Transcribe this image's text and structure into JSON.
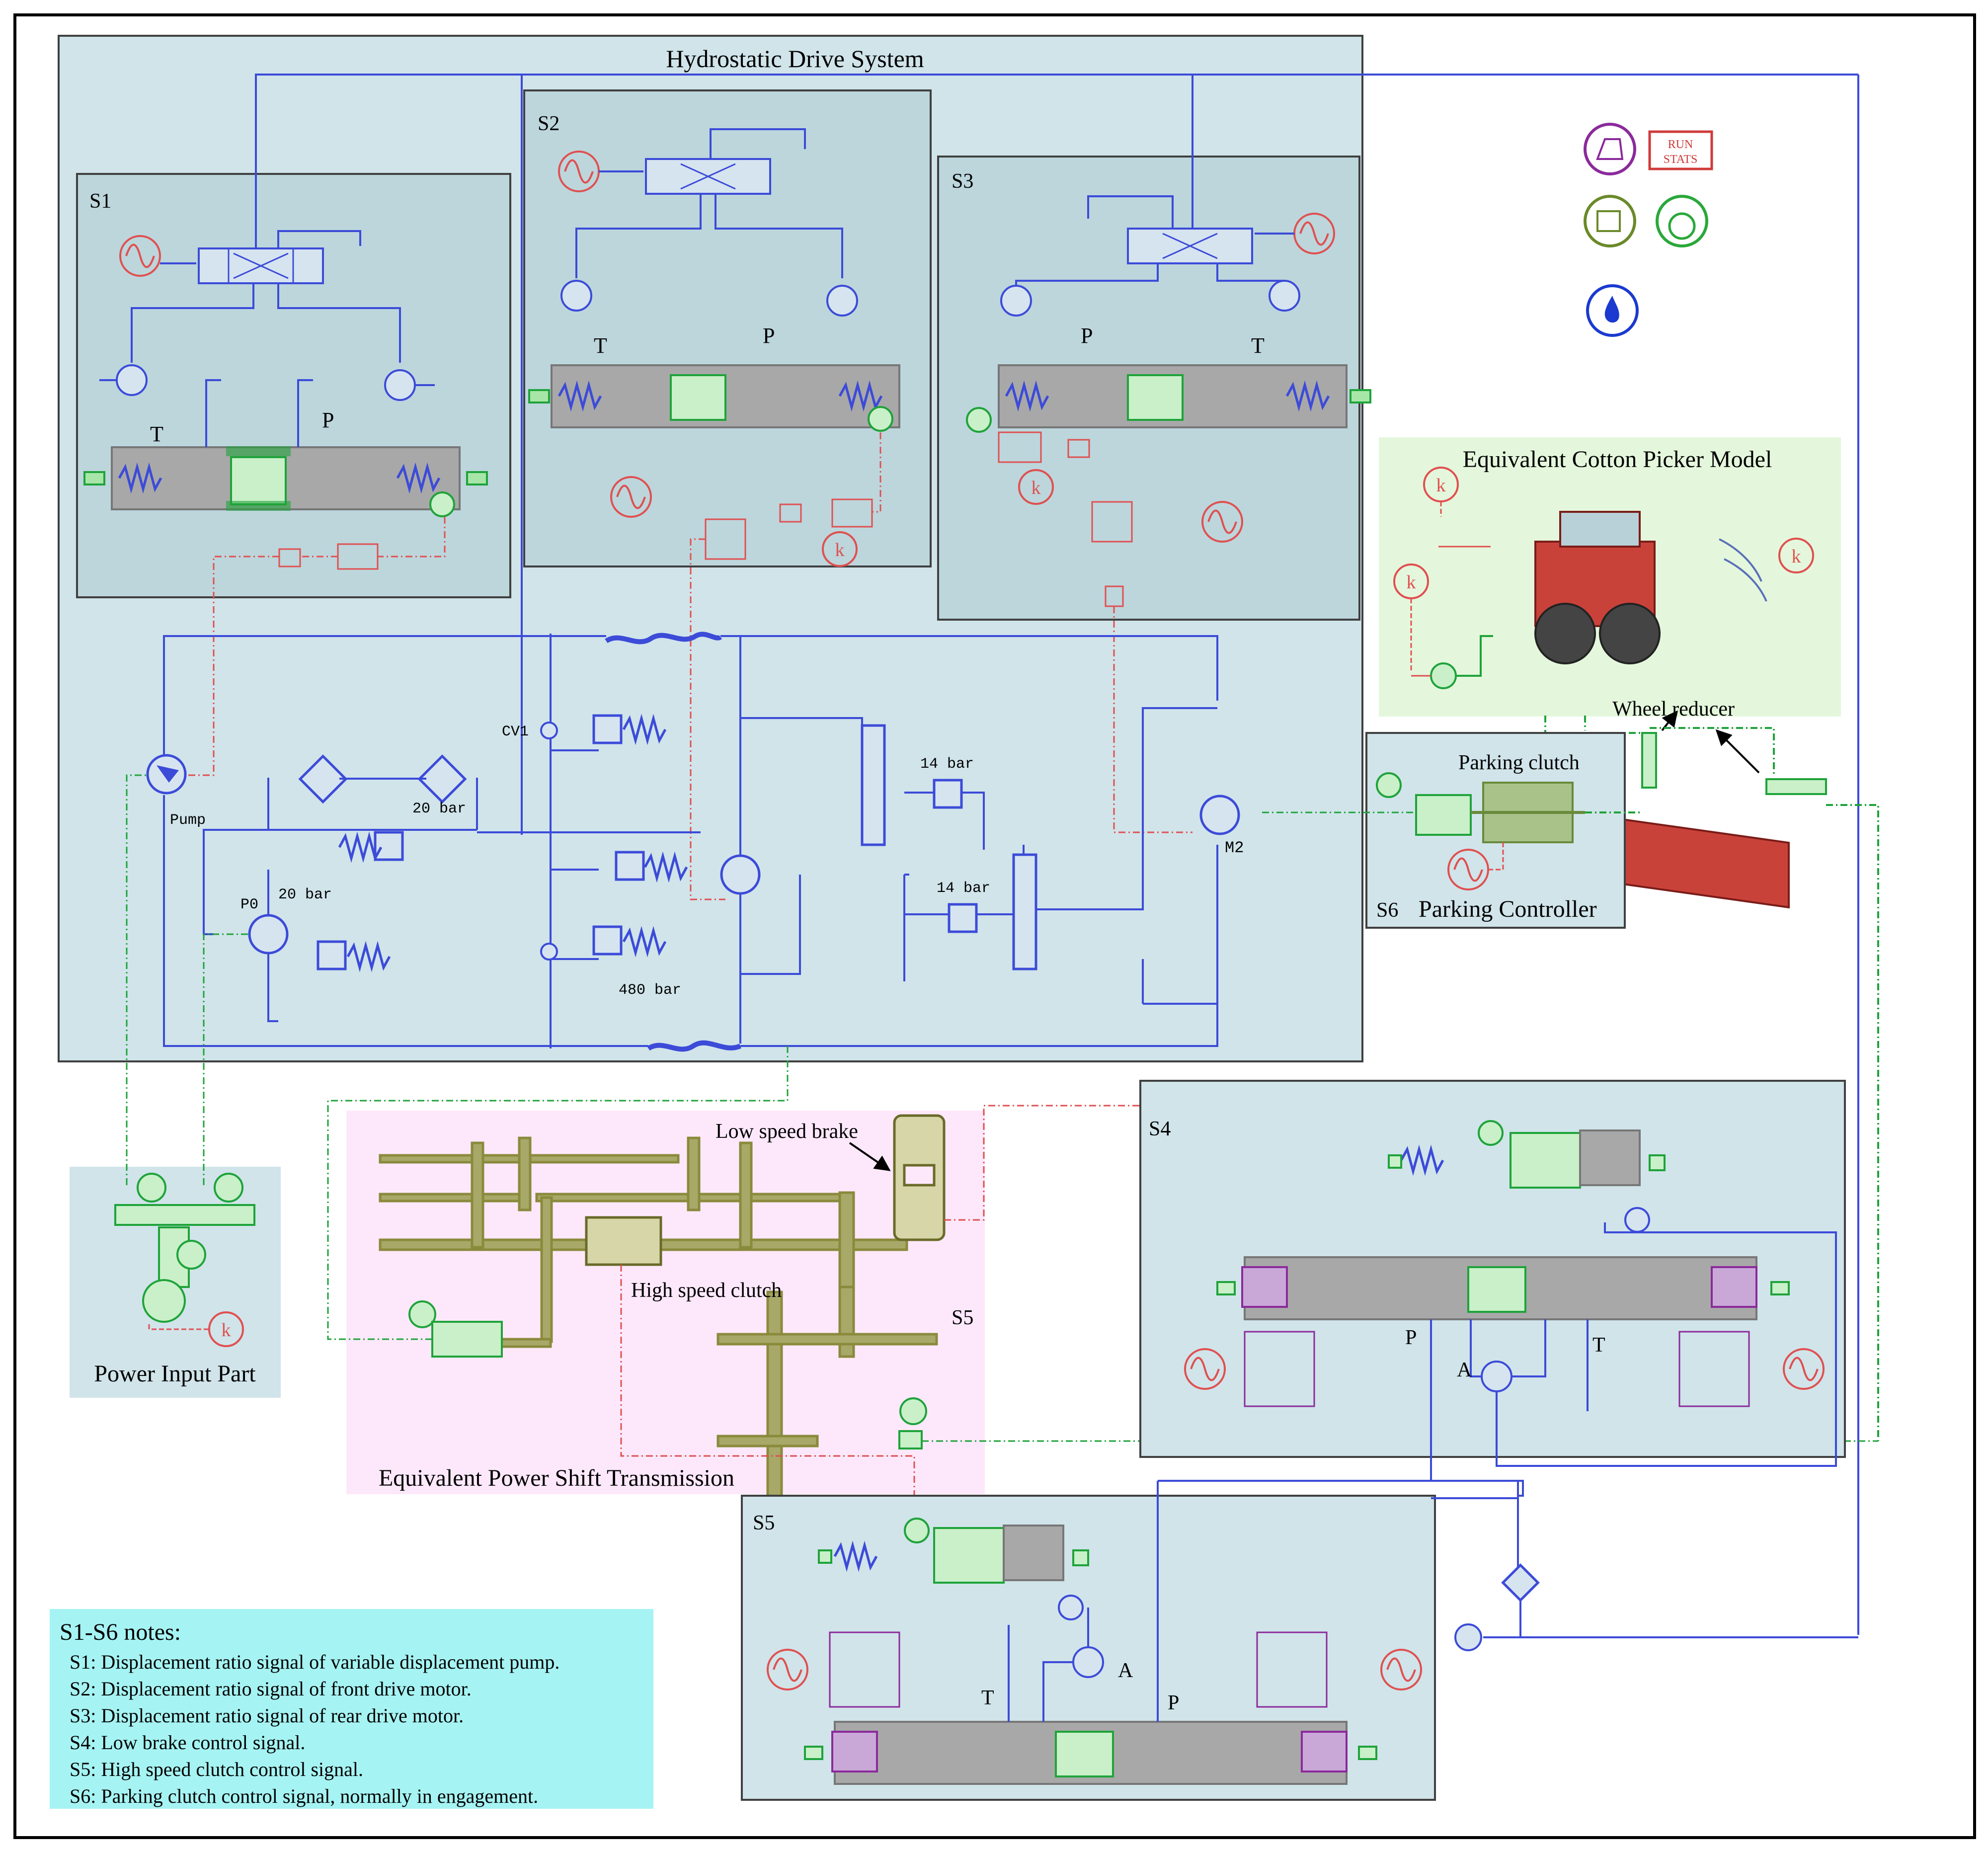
{
  "title": "Hydrostatic Drive System",
  "subsystems": {
    "s1": "S1",
    "s2": "S2",
    "s3": "S3",
    "s4": "S4",
    "s5_label": "S5",
    "s5_box": "S5",
    "s6": "S6"
  },
  "spool_letters": {
    "s1_t": "T",
    "s1_p": "P",
    "s2_t": "T",
    "s2_p": "P",
    "s3_p": "P",
    "s3_t": "T",
    "s4_p": "P",
    "s4_t": "T",
    "s4_a": "A",
    "s5_t": "T",
    "s5_p": "P",
    "s5_a": "A"
  },
  "hydraulic_labels": {
    "cv1": "CV1",
    "pump": "Pump",
    "p0": "P0",
    "bar20_upper": "20 bar",
    "bar20_lower": "20 bar",
    "bar480": "480 bar",
    "bar14_upper": "14 bar",
    "bar14_lower": "14 bar",
    "m2": "M2"
  },
  "cotton_picker": {
    "title": "Equivalent Cotton Picker Model",
    "wheel_reducer": "Wheel reducer"
  },
  "parking": {
    "clutch": "Parking clutch",
    "controller": "Parking Controller"
  },
  "transmission": {
    "title": "Equivalent Power Shift Transmission",
    "low_brake": "Low speed brake",
    "high_clutch": "High speed clutch"
  },
  "power_input": "Power Input Part",
  "toolbar_icons": {
    "run_stats_line1": "RUN",
    "run_stats_line2": "STATS",
    "icons": [
      "hysteresis-icon",
      "run-stats-icon",
      "thermal-icon",
      "apple-icon",
      "water-drop-icon"
    ]
  },
  "notes": {
    "heading": "S1-S6 notes:",
    "items": [
      "S1: Displacement ratio signal of variable displacement pump.",
      "S2: Displacement ratio signal of front drive motor.",
      "S3: Displacement ratio signal of rear drive motor.",
      "S4: Low brake control signal.",
      "S5: High speed clutch control signal.",
      "S6: Parking clutch control signal, normally in engagement."
    ]
  },
  "colors": {
    "hydraulic": "#3c4bd8",
    "mechanical": "#1fa33a",
    "signal": "#e03a3a",
    "gear": "#8a8a3c",
    "panel": "#d0e4ea",
    "panel_dark": "#bcd6dc",
    "transmission_panel": "#fde8fb",
    "notes_panel": "#a6f3f3",
    "picker_panel": "#e4f7dc"
  }
}
